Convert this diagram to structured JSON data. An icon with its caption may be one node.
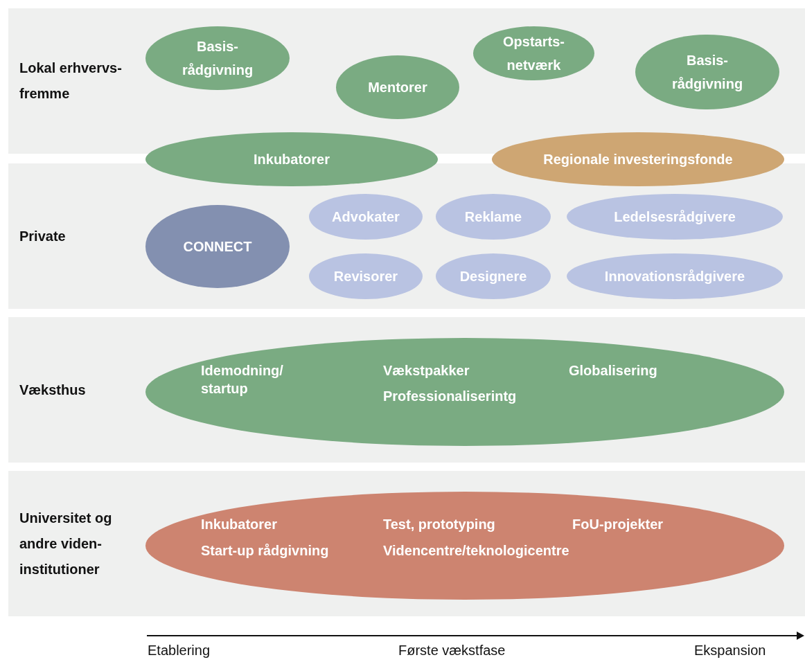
{
  "diagram": {
    "nodes": [
      {
        "text": [
          "Lokal erhvervs- fremme"
        ]
      },
      {
        "text": [
          "Basis- rådgivning"
        ],
        "in": 0
      },
      {
        "text": [
          "Mentorer"
        ],
        "in": 0
      },
      {
        "text": [
          "Opstarts- netværk"
        ],
        "in": 0
      },
      {
        "text": [
          "Basis- rådgivning"
        ],
        "in": 0
      },
      {
        "text": [
          "Inkubatorer"
        ]
      },
      {
        "text": [
          "Regionale investeringsfonde"
        ]
      },
      {
        "text": [
          "Private"
        ]
      },
      {
        "text": [
          "CONNECT"
        ],
        "in": 7
      },
      {
        "text": [
          "Advokater"
        ],
        "in": 7
      },
      {
        "text": [
          "Reklame"
        ],
        "in": 7
      },
      {
        "text": [
          "Ledelsesrådgivere"
        ],
        "in": 7
      },
      {
        "text": [
          "Revisorer"
        ],
        "in": 7
      },
      {
        "text": [
          "Designere"
        ],
        "in": 7
      },
      {
        "text": [
          "Innovationsrådgivere"
        ],
        "in": 7
      },
      {
        "text": [
          "Væksthus"
        ]
      },
      {
        "text": [
          "Idemodning/ startup",
          "Vækstpakker",
          "Professionaliserintg",
          "Globalisering"
        ],
        "in": 15
      },
      {
        "text": [
          "Universitet og andre viden- institutioner"
        ]
      },
      {
        "text": [
          "Inkubatorer",
          "Test, prototyping",
          "FoU-projekter",
          "Start-up rådgivning",
          "Videncentre/teknologicentre"
        ],
        "in": 17
      }
    ],
    "labels": [
      "Etablering",
      "Første vækstfase",
      "Ekspansion"
    ]
  }
}
